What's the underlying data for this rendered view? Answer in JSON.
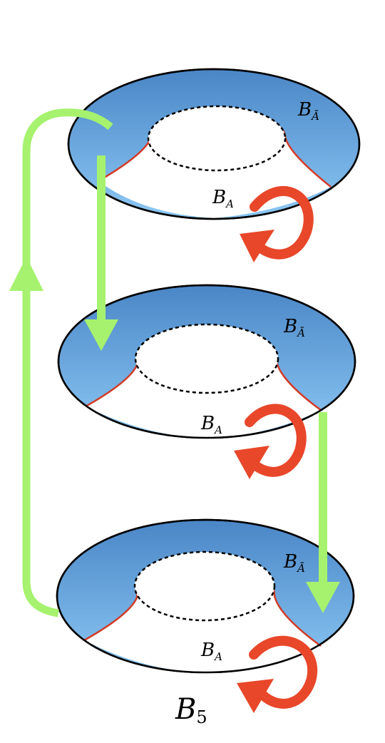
{
  "sheets": [
    {
      "label_a": "B",
      "label_a_sub": "A",
      "label_abar": "B",
      "label_abar_sub": "Ā"
    },
    {
      "label_a": "B",
      "label_a_sub": "A",
      "label_abar": "B",
      "label_abar_sub": "Ā"
    },
    {
      "label_a": "B",
      "label_a_sub": "A",
      "label_abar": "B",
      "label_abar_sub": "Ā"
    }
  ],
  "bottom_label": {
    "main": "B",
    "sub": "5"
  },
  "colors": {
    "sheet_fill_top": "#4a86c6",
    "sheet_fill_bottom": "#8cc8f4",
    "cut_line": "#d23a26",
    "green_arrow": "#a6f26e",
    "red_arrow": "#e8472a"
  }
}
